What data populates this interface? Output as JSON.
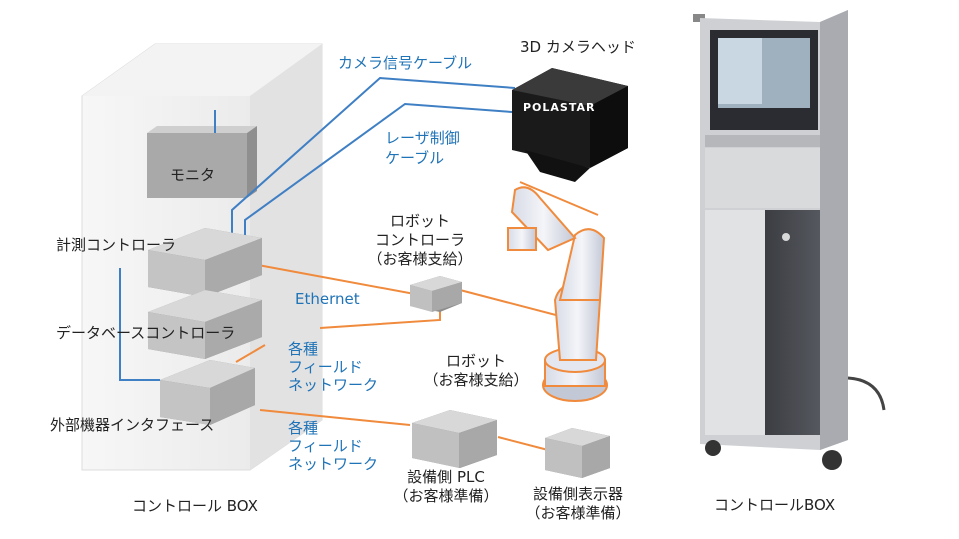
{
  "labels": {
    "camera_cable": "カメラ信号ケーブル",
    "camera_head": "3D カメラヘッド",
    "camera_brand": "POLASTAR",
    "laser_cable": "レーザ制御\nケーブル",
    "monitor": "モニタ",
    "measurement_controller": "計測コントローラ",
    "database_controller": "データベースコントローラ",
    "external_interface": "外部機器インタフェース",
    "robot_controller": "ロボット\nコントローラ\n（お客様支給）",
    "ethernet": "Ethernet",
    "robot": "ロボット\n（お客様支給）",
    "fieldnet_1": "各種\nフィールド\nネットワーク",
    "fieldnet_2": "各種\nフィールド\nネットワーク",
    "plc": "設備側 PLC\n（お客様準備）",
    "display": "設備側表示器\n（お客様準備）",
    "control_box_left": "コントロール BOX",
    "control_box_right": "コントロールBOX"
  },
  "colors": {
    "blue_cable": "#3f7fc4",
    "orange_cable": "#f08a3c",
    "box_gray": "#bfbfbf",
    "cabinet": "#eeeeee",
    "label_blue": "#1f73b7"
  }
}
